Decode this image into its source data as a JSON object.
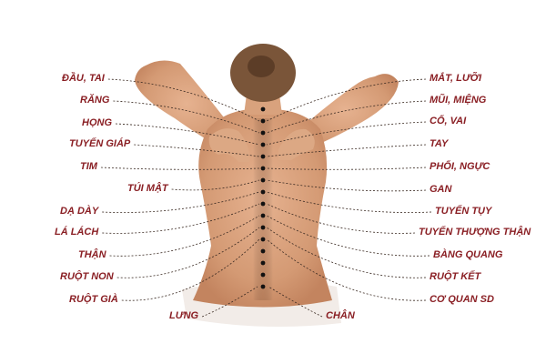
{
  "colors": {
    "label": "#8a1f24",
    "skin": "#d9a27d",
    "hair": "#6b4a33"
  },
  "labels_left": [
    "ĐẦU, TAI",
    "RĂNG",
    "HỌNG",
    "TUYẾN GIÁP",
    "TIM",
    "TÚI MẬT",
    "DẠ DÀY",
    "LÁ LÁCH",
    "THẬN",
    "RUỘT NON",
    "RUỘT GIÀ",
    "LƯNG"
  ],
  "labels_right": [
    "MẮT, LƯỠI",
    "MŨI, MIỆNG",
    "CỔ, VAI",
    "TAY",
    "PHỔI, NGỰC",
    "GAN",
    "TUYẾN TỤY",
    "TUYẾN THƯỢNG THẬN",
    "BÀNG QUANG",
    "RUỘT KẾT",
    "CƠ QUAN SD",
    "CHÂN"
  ]
}
